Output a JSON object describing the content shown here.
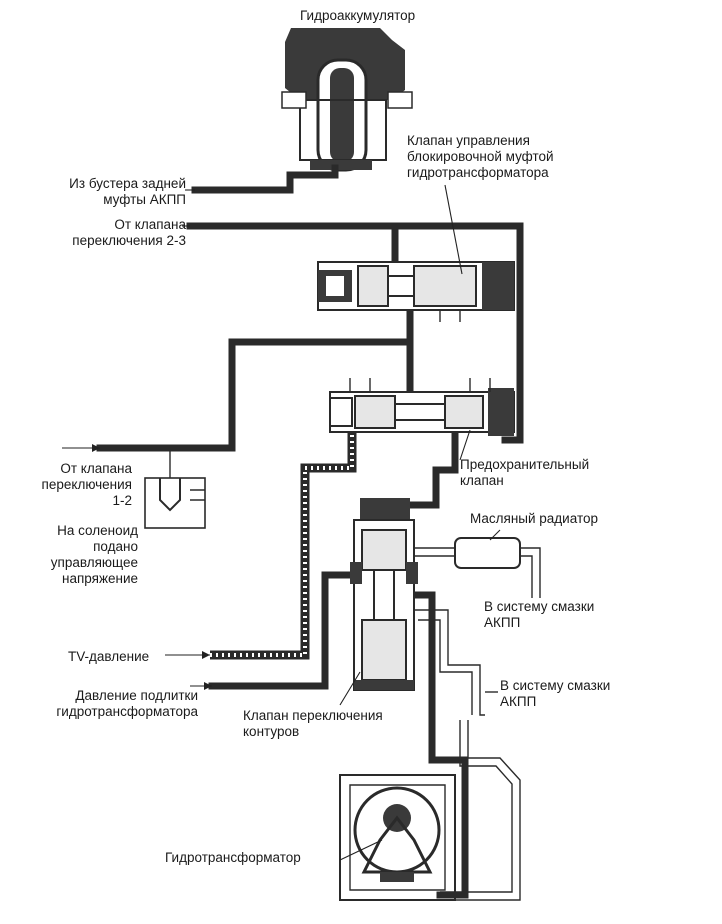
{
  "labels": {
    "accumulator": "Гидроаккумулятор",
    "lockup_valve": [
      "Клапан управления",
      "блокировочной муфтой",
      "гидротрансформатора"
    ],
    "rear_clutch_booster": [
      "Из бустера задней",
      "муфты АКПП"
    ],
    "valve_2_3": [
      "От клапана",
      "переключения 2-3"
    ],
    "valve_1_2": [
      "От клапана",
      "переключения",
      "1-2"
    ],
    "solenoid": [
      "На соленоид",
      "подано",
      "управляющее",
      "напряжение"
    ],
    "relief_valve": [
      "Предохранительный",
      "клапан"
    ],
    "oil_cooler": "Масляный радиатор",
    "lube_1": [
      "В систему смазки",
      "АКПП"
    ],
    "lube_2": [
      "В систему смазки",
      "АКПП"
    ],
    "tv_pressure": "TV-давление",
    "converter_feed": [
      "Давление подлитки",
      "гидротрансформатора"
    ],
    "switch_valve": [
      "Клапан переключения",
      "контуров"
    ],
    "torque_converter": "Гидротрансформатор"
  },
  "colors": {
    "line": "#2a2a2a",
    "fill_dark": "#3a3a3a",
    "fill_light": "#e6e6e6",
    "background": "#ffffff"
  }
}
